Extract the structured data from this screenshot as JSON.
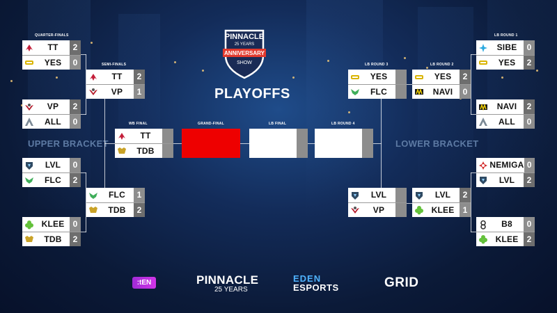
{
  "header": {
    "logo_main": "PINNACLE",
    "logo_years": "25 YEARS",
    "logo_ribbon": "ANNIVERSARY",
    "logo_show": "SHOW",
    "title": "PLAYOFFS"
  },
  "labels": {
    "quarter_finals": "QUARTER-FINALS",
    "semi_finals": "SEMI-FINALS",
    "wb_final": "WB FINAL",
    "grand_final": "GRAND-FINAL",
    "lb_final": "LB FINAL",
    "lb_round4": "LB ROUND 4",
    "lb_round3": "LB ROUND 3",
    "lb_round2": "LB ROUND 2",
    "lb_round1": "LB ROUND 1",
    "upper_bracket": "UPPER BRACKET",
    "lower_bracket": "LOWER BRACKET"
  },
  "colors": {
    "grand_final": "#ee0000",
    "score_bg": "#8d8d8d",
    "bracket_title": "#5d7aa3"
  },
  "matches": {
    "qf1": {
      "t1": {
        "name": "TT",
        "score": "2",
        "logo": "tt-icon"
      },
      "t2": {
        "name": "YES",
        "score": "0",
        "logo": "yes-icon"
      }
    },
    "qf2": {
      "t1": {
        "name": "VP",
        "score": "2",
        "logo": "vp-icon"
      },
      "t2": {
        "name": "ALL",
        "score": "0",
        "logo": "all-icon"
      }
    },
    "qf3": {
      "t1": {
        "name": "LVL",
        "score": "0",
        "logo": "lvl-icon"
      },
      "t2": {
        "name": "FLC",
        "score": "2",
        "logo": "flc-icon"
      }
    },
    "qf4": {
      "t1": {
        "name": "KLEE",
        "score": "0",
        "logo": "klee-icon"
      },
      "t2": {
        "name": "TDB",
        "score": "2",
        "logo": "tdb-icon"
      }
    },
    "sf1": {
      "t1": {
        "name": "TT",
        "score": "2",
        "logo": "tt-icon"
      },
      "t2": {
        "name": "VP",
        "score": "1",
        "logo": "vp-icon"
      }
    },
    "sf2": {
      "t1": {
        "name": "FLC",
        "score": "1",
        "logo": "flc-icon"
      },
      "t2": {
        "name": "TDB",
        "score": "2",
        "logo": "tdb-icon"
      }
    },
    "wbf": {
      "t1": {
        "name": "TT",
        "score": "",
        "logo": "tt-icon"
      },
      "t2": {
        "name": "TDB",
        "score": "",
        "logo": "tdb-icon"
      }
    },
    "lb3a": {
      "t1": {
        "name": "YES",
        "score": "",
        "logo": "yes-icon"
      },
      "t2": {
        "name": "FLC",
        "score": "",
        "logo": "flc-icon"
      }
    },
    "lb3b": {
      "t1": {
        "name": "LVL",
        "score": "",
        "logo": "lvl-icon"
      },
      "t2": {
        "name": "VP",
        "score": "",
        "logo": "vp-icon"
      }
    },
    "lb2a": {
      "t1": {
        "name": "YES",
        "score": "2",
        "logo": "yes-icon"
      },
      "t2": {
        "name": "NAVI",
        "score": "0",
        "logo": "navi-icon"
      }
    },
    "lb2b": {
      "t1": {
        "name": "LVL",
        "score": "2",
        "logo": "lvl-icon"
      },
      "t2": {
        "name": "KLEE",
        "score": "1",
        "logo": "klee-icon"
      }
    },
    "lb1a": {
      "t1": {
        "name": "SIBE",
        "score": "0",
        "logo": "sibe-icon"
      },
      "t2": {
        "name": "YES",
        "score": "2",
        "logo": "yes-icon"
      }
    },
    "lb1b": {
      "t1": {
        "name": "NAVI",
        "score": "2",
        "logo": "navi-icon"
      },
      "t2": {
        "name": "ALL",
        "score": "0",
        "logo": "all-icon"
      }
    },
    "lb1c": {
      "t1": {
        "name": "NEMIGA",
        "score": "0",
        "logo": "nemiga-icon"
      },
      "t2": {
        "name": "LVL",
        "score": "2",
        "logo": "lvl-icon"
      }
    },
    "lb1d": {
      "t1": {
        "name": "B8",
        "score": "0",
        "logo": "b8-icon"
      },
      "t2": {
        "name": "KLEE",
        "score": "2",
        "logo": "klee-icon"
      }
    }
  },
  "sponsors": {
    "ten": ":tEN",
    "pinnacle": "PINNACLE",
    "pinnacle_years": "25 YEARS",
    "eden_1": "EDEN",
    "eden_2": "ESPORTS",
    "grid": "GRID"
  }
}
